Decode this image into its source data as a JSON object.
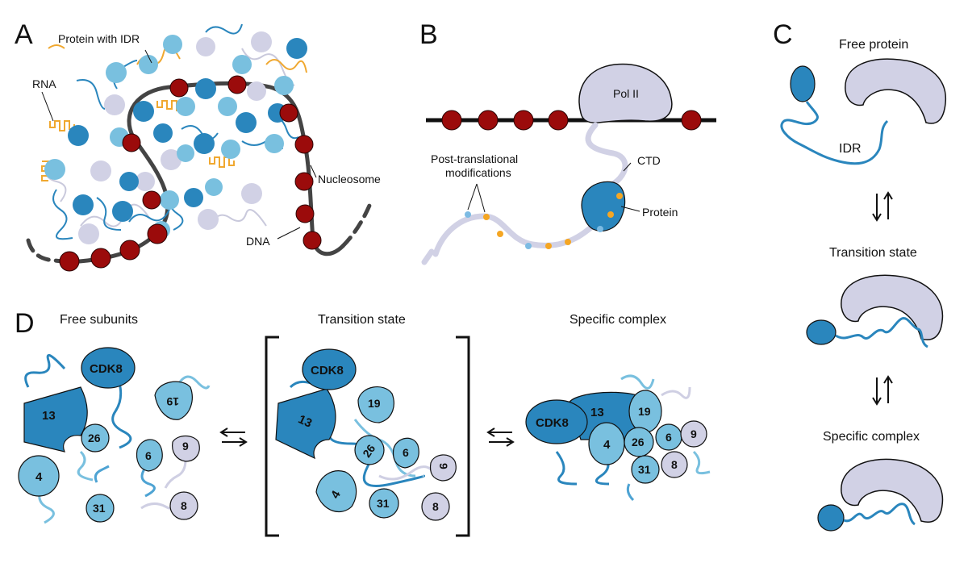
{
  "colors": {
    "dark_blue": "#2a86bd",
    "mid_blue": "#4ea3d3",
    "light_blue": "#79c0df",
    "lavender": "#cfcfe3",
    "nucleosome_red": "#9b0b0b",
    "dna_gray": "#444444",
    "rna_orange": "#f0a830",
    "ptm_blue": "#7cbbe3",
    "ptm_orange": "#f5a623"
  },
  "panel_a": {
    "letter": "A",
    "label_protein": "Protein with IDR",
    "label_rna": "RNA",
    "label_nucleosome": "Nucleosome",
    "label_dna": "DNA"
  },
  "panel_b": {
    "letter": "B",
    "label_polii": "Pol II",
    "label_ptm_1": "Post-translational",
    "label_ptm_2": "modifications",
    "label_ctd": "CTD",
    "label_protein": "Protein"
  },
  "panel_c": {
    "letter": "C",
    "title_free": "Free protein",
    "label_idr": "IDR",
    "title_transition": "Transition state",
    "title_specific": "Specific complex"
  },
  "panel_d": {
    "letter": "D",
    "title_free": "Free subunits",
    "title_transition": "Transition state",
    "title_specific": "Specific complex",
    "subunits": {
      "cdk8": "CDK8",
      "s13": "13",
      "s19": "19",
      "s26": "26",
      "s6": "6",
      "s9": "9",
      "s4": "4",
      "s31": "31",
      "s8": "8"
    }
  }
}
